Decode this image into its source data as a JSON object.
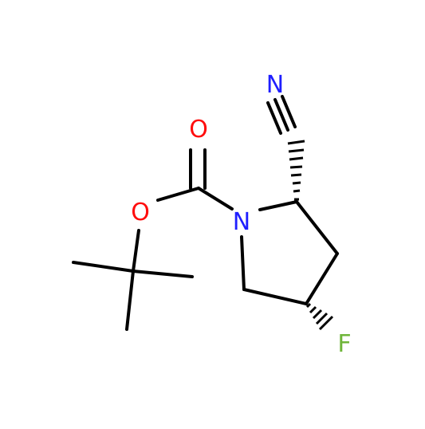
{
  "molecule": {
    "atoms": [
      {
        "id": "N_nitrile",
        "symbol": "N",
        "color": "#1f1fff"
      },
      {
        "id": "O_carbonyl",
        "symbol": "O",
        "color": "#ff0d0d"
      },
      {
        "id": "O_ester",
        "symbol": "O",
        "color": "#ff0d0d"
      },
      {
        "id": "N_ring",
        "symbol": "N",
        "color": "#1f1fff"
      },
      {
        "id": "F",
        "symbol": "F",
        "color": "#6fb53a"
      }
    ],
    "bond_color": "#000000"
  }
}
